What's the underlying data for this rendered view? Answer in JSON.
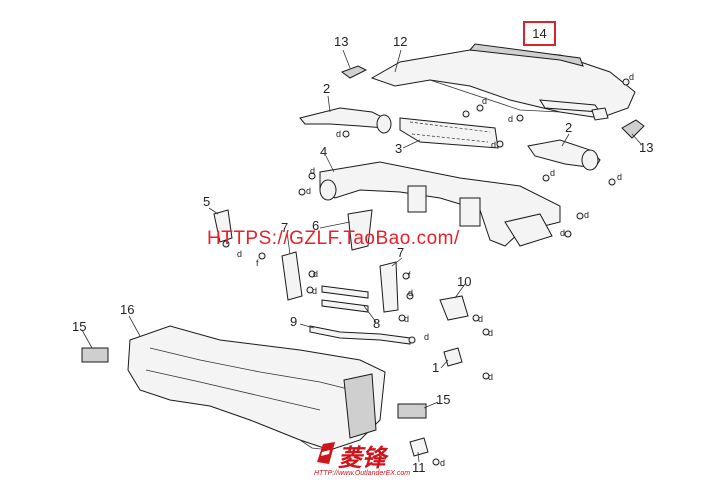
{
  "callouts": {
    "c2a": "2",
    "c2b": "2",
    "c3": "3",
    "c4": "4",
    "c5": "5",
    "c6": "6",
    "c7": "7",
    "c8": "8",
    "c9": "9",
    "c10": "10",
    "c1": "1",
    "c11": "11",
    "c12": "12",
    "c13a": "13",
    "c13b": "13",
    "c14": "14",
    "c15a": "15",
    "c15b": "15",
    "c16": "16"
  },
  "fastener_label": "d",
  "fastener_label_f": "f",
  "watermark": "HTTPS://GZLF.TaoBao.com/",
  "logo": {
    "text": "菱锋",
    "url": "HTTP://www.OutlanderEX.com"
  },
  "colors": {
    "watermark": "#e8202a",
    "highlight_box": "#d8242c",
    "logo": "#d0141c"
  }
}
